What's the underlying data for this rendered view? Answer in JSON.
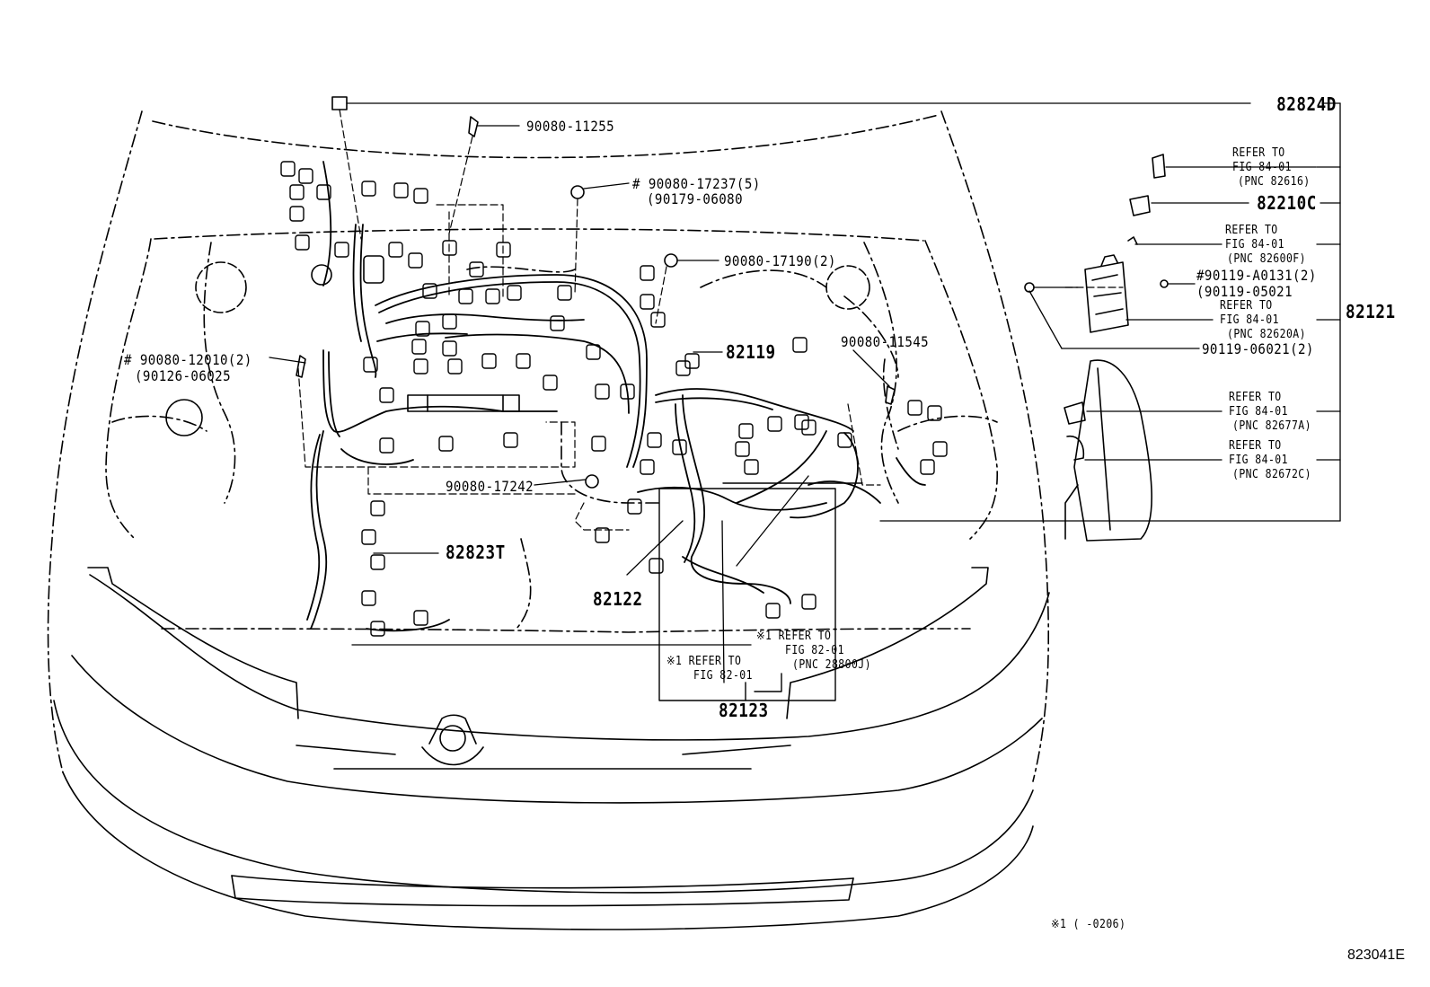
{
  "diagram": {
    "figure_id": "823041E",
    "footnote": "※1 (        -0206)",
    "callouts": {
      "p82824D": "82824D",
      "p90080_11255": "90080-11255",
      "p90080_17237": "# 90080-17237(5)",
      "p90179_06080": "(90179-06080",
      "p90080_17190": "90080-17190(2)",
      "p82119": "82119",
      "p90080_11545": "90080-11545",
      "p90080_12010": "# 90080-12010(2)",
      "p90126_06025": "(90126-06025",
      "p90080_17242": "90080-17242",
      "p82823T": "82823T",
      "p82122": "82122",
      "p82123": "82123",
      "p82121": "82121",
      "p82210C": "82210C",
      "p90119_A0131": "#90119-A0131(2)",
      "p90119_05021": "(90119-05021",
      "p90119_06021": "90119-06021(2)",
      "ref_fig82_inner": "※1 REFER TO",
      "ref_fig82_inner_fig": "FIG 82-01",
      "ref_fig82_inner_pnc": "(PNC 28800J)",
      "ref_fig82_outer": "※1 REFER TO",
      "ref_fig82_outer_fig": "FIG 82-01"
    },
    "refer_to": [
      {
        "line1": "REFER TO",
        "line2": "FIG 84-01",
        "line3": "(PNC 82616)"
      },
      {
        "line1": "REFER TO",
        "line2": "FIG 84-01",
        "line3": "(PNC 82600F)"
      },
      {
        "line1": "REFER TO",
        "line2": "FIG 84-01",
        "line3": "(PNC 82620A)"
      },
      {
        "line1": "REFER TO",
        "line2": "FIG 84-01",
        "line3": "(PNC 82677A)"
      },
      {
        "line1": "REFER TO",
        "line2": "FIG 84-01",
        "line3": "(PNC 82672C)"
      }
    ]
  }
}
